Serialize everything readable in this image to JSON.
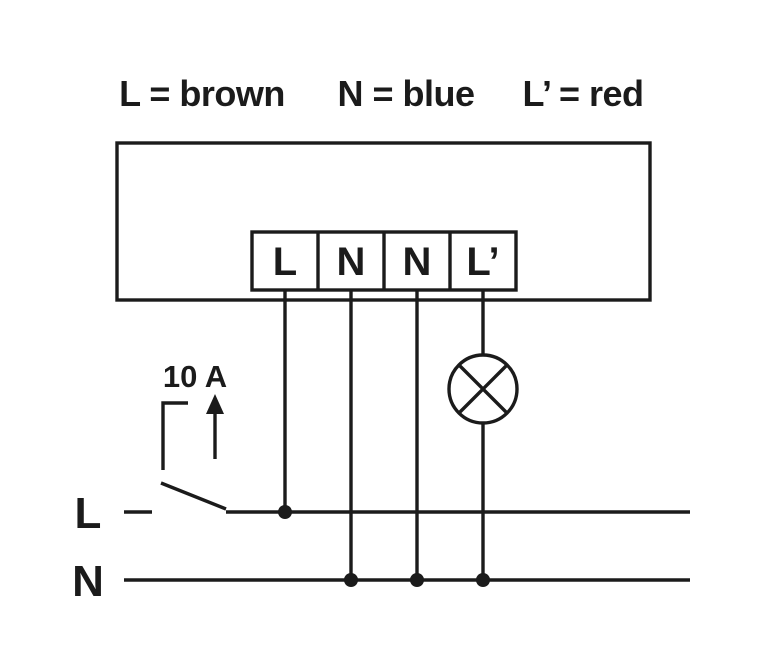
{
  "legend": {
    "items": [
      "L = brown",
      "N = blue",
      "L’ = red"
    ]
  },
  "terminals": {
    "labels": [
      "L",
      "N",
      "N",
      "L’"
    ]
  },
  "switch": {
    "rating": "10 A"
  },
  "rails": {
    "live_label": "L",
    "neutral_label": "N"
  },
  "colors": {
    "ink": "#1b1b1b",
    "background": "#ffffff"
  }
}
